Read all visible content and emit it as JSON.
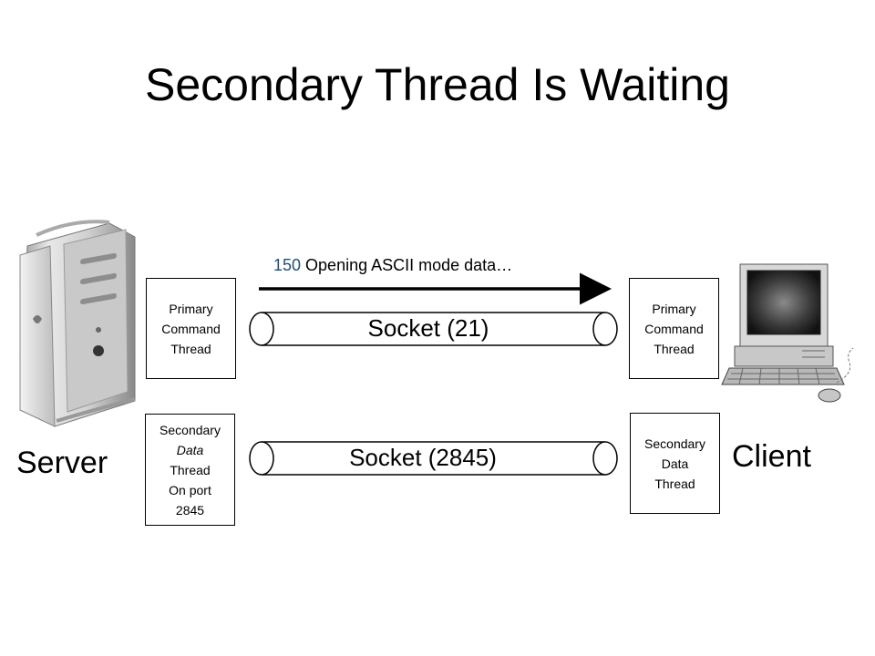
{
  "title": "Secondary Thread Is Waiting",
  "server": {
    "label": "Server",
    "primary_box": [
      "Primary",
      "Command",
      "Thread"
    ],
    "secondary_box": [
      "Secondary",
      "Data",
      "Thread",
      "On port",
      "2845"
    ]
  },
  "client": {
    "label": "Client",
    "primary_box": [
      "Primary",
      "Command",
      "Thread"
    ],
    "secondary_box": [
      "Secondary",
      "Data",
      "Thread"
    ]
  },
  "sockets": {
    "command": "Socket (21)",
    "data": "Socket (2845)"
  },
  "message": {
    "code": "150",
    "text": " Opening ASCII mode data…"
  },
  "icons": {
    "server": "server-tower-icon",
    "client": "desktop-computer-icon"
  },
  "colors": {
    "message_code": "#1f4e79",
    "arrow": "#000000"
  }
}
